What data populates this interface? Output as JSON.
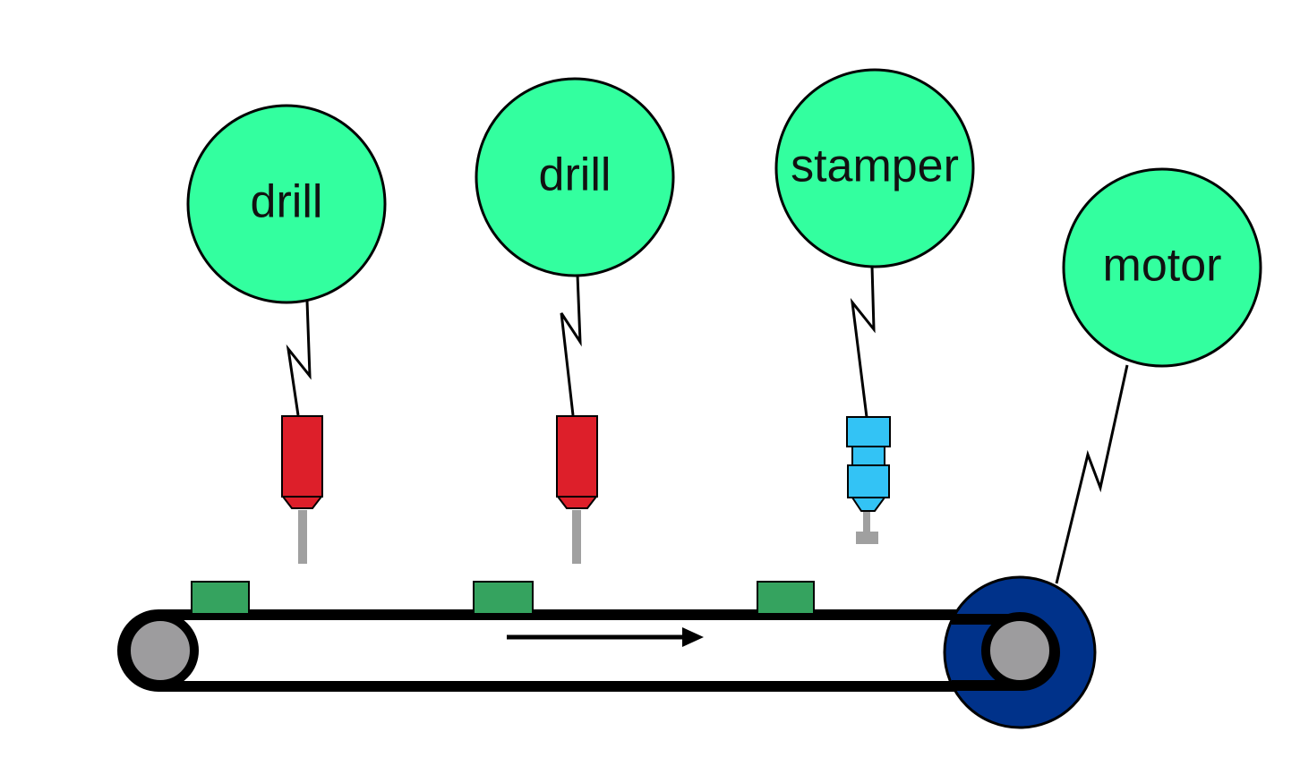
{
  "nodes": [
    {
      "label": "drill"
    },
    {
      "label": "drill"
    },
    {
      "label": "stamper"
    },
    {
      "label": "motor"
    }
  ],
  "colors": {
    "node_fill": "#33ff9f",
    "drill_body": "#dd1f2a",
    "stamper_body": "#33c3f5",
    "bit": "#a0a0a0",
    "workpiece": "#35a35f",
    "pulley": "#9d9c9e",
    "motor_wheel": "#00328a",
    "outline": "#000000"
  }
}
